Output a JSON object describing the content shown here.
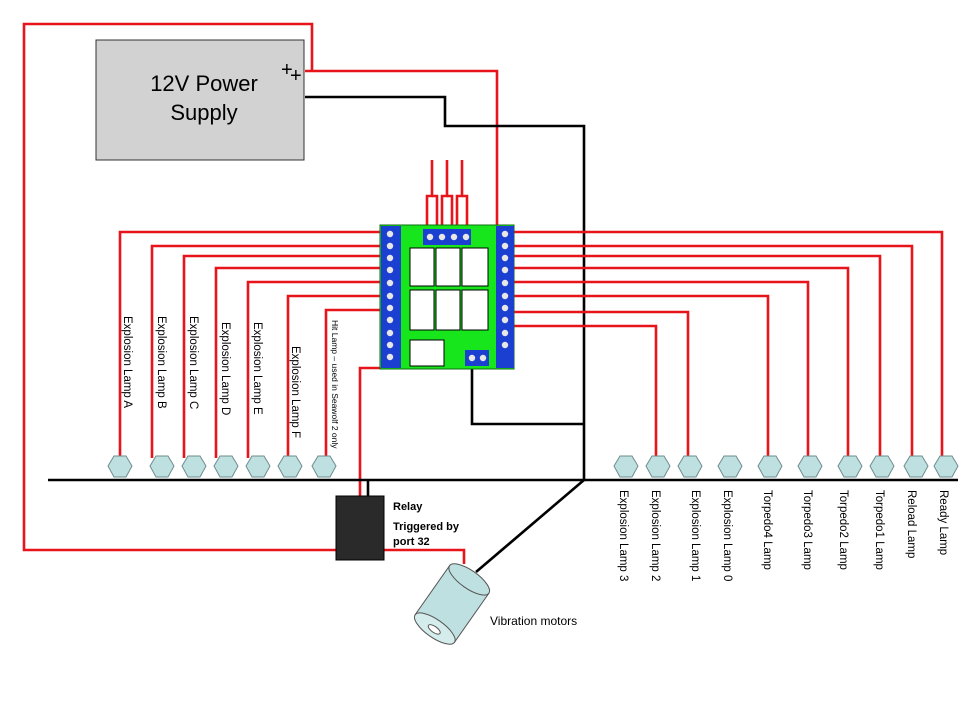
{
  "power_supply": {
    "line1": "12V Power",
    "line2": "Supply",
    "plus_a": "+",
    "plus_b": "+"
  },
  "left_lamps": [
    "Explosion  Lamp A",
    "Explosion  Lamp B",
    "Explosion  Lamp C",
    "Explosion Lamp D",
    "Explosion Lamp E",
    "Explosion  Lamp F",
    "Hit Lamp – used in Seawolf 2 only"
  ],
  "right_lamps": [
    "Explosion Lamp 3",
    "Explosion  Lamp 2",
    "Explosion Lamp 1",
    "Explosion Lamp 0",
    "Torpedo4 Lamp",
    "Torpedo3 Lamp",
    "Torpedo2 Lamp",
    "Torpedo1 Lamp",
    "Reload Lamp",
    "Ready Lamp"
  ],
  "relay": {
    "title": "Relay",
    "line1": "Triggered by",
    "line2": "port 32"
  },
  "motor": {
    "label": "Vibration motors"
  },
  "colors": {
    "positive_wire": "#e8141c",
    "ground_wire": "#000000",
    "board": "#17e61c",
    "terminal": "#1a3fd1",
    "lamp": "#bfe0e0",
    "power_supply": "#d2d2d2"
  }
}
